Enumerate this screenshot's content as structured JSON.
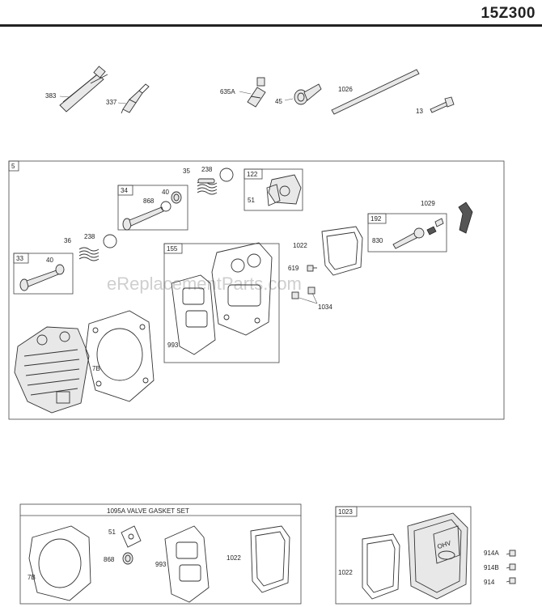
{
  "title": "15Z300",
  "watermark": "eReplacementParts.com",
  "top_parts": {
    "p383": "383",
    "p337": "337",
    "p635a": "635A",
    "p45": "45",
    "p1026": "1026",
    "p13": "13"
  },
  "main_box": {
    "label": "5",
    "box34": "34",
    "box33": "33",
    "box122": "122",
    "box155": "155",
    "box192": "192",
    "p35": "35",
    "p238a": "238",
    "p868": "868",
    "p40a": "40",
    "p36": "36",
    "p238b": "238",
    "p40b": "40",
    "p51": "51",
    "p1029": "1029",
    "p1022": "1022",
    "p830": "830",
    "p619": "619",
    "p1034": "1034",
    "p993": "993",
    "p7b": "7B"
  },
  "gasket_set": {
    "title": "1095A VALVE GASKET SET",
    "p51": "51",
    "p868": "868",
    "p7b": "7B",
    "p993": "993",
    "p1022": "1022"
  },
  "cover_box": {
    "label": "1023",
    "p1022": "1022",
    "p914a": "914A",
    "p914b": "914B",
    "p914": "914",
    "cover_text": "OHV"
  }
}
